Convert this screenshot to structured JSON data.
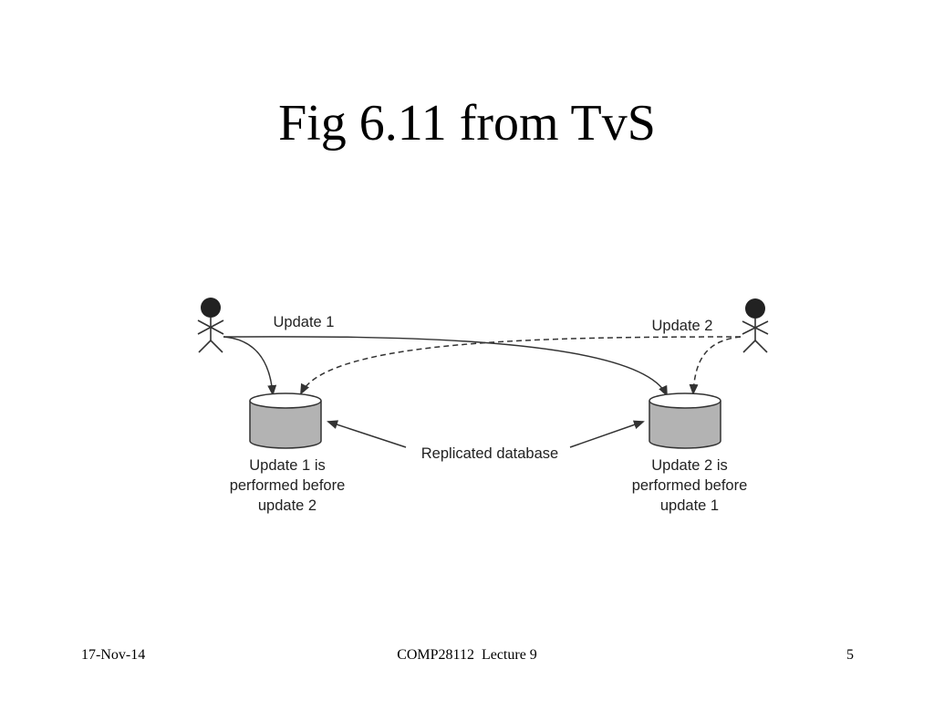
{
  "slide": {
    "title": "Fig 6.11 from TvS"
  },
  "diagram": {
    "left_update_label": "Update 1",
    "right_update_label": "Update 2",
    "center_label": "Replicated database",
    "left_db_caption": [
      "Update 1 is",
      "performed before",
      "update 2"
    ],
    "right_db_caption": [
      "Update 2 is",
      "performed before",
      "update 1"
    ],
    "colors": {
      "database_fill": "#b3b3b3",
      "line": "#333333",
      "person": "#222222"
    },
    "icons": [
      "person-icon",
      "database-icon"
    ]
  },
  "footer": {
    "date": "17-Nov-14",
    "course": "COMP28112  Lecture 9",
    "page_number": "5"
  }
}
